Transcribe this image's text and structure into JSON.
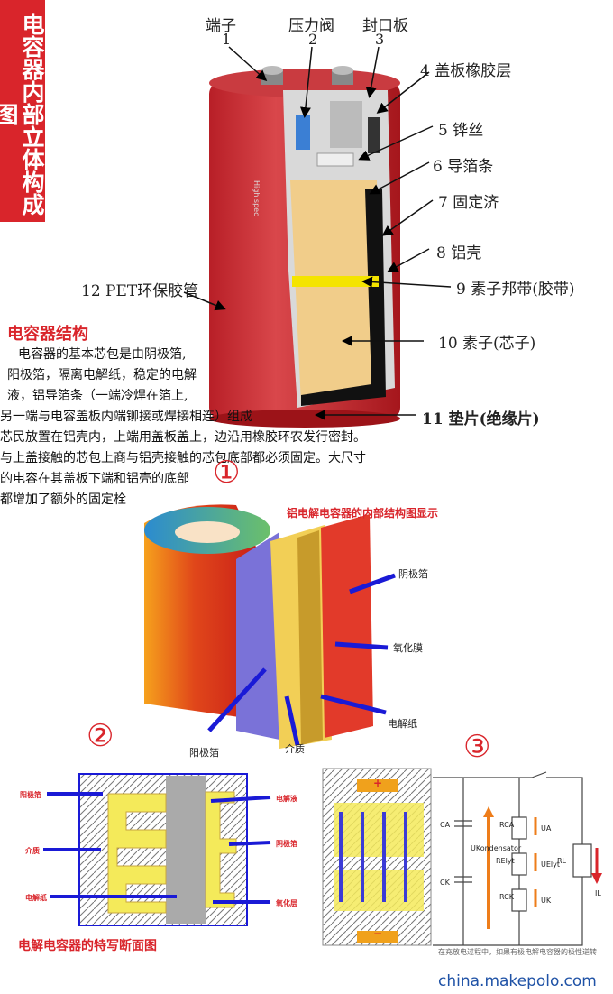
{
  "vertical_title": "电容器内部立体构成图",
  "top_labels": [
    {
      "num": "1",
      "text": "端子"
    },
    {
      "num": "2",
      "text": "压力阀"
    },
    {
      "num": "3",
      "text": "封口板"
    }
  ],
  "side_labels": {
    "l4": "4 盖板橡胶层",
    "l5": "5 铧丝",
    "l6": "6 导箔条",
    "l7": "7 固定济",
    "l8": "8 铝壳",
    "l9": "9 素子邦带(胶带)",
    "l10": "10 素子(芯子)",
    "l11": "11 垫片(绝缘片)",
    "l12": "12 PET环保胶管"
  },
  "structure": {
    "heading": "电容器结构",
    "lines": [
      "电容器的基本芯包是由阴极箔,",
      "阳极箔，隔离电解纸，稳定的电解",
      "液，铝导箔条（一端冷焊在箔上,",
      "另一端与电容盖板内端铆接或焊接相连）组成",
      "芯民放置在铝壳内，上端用盖板盖上，边沿用橡胶环农发行密封。",
      "与上盖接触的芯包上商与铝壳接触的芯包底部都必须固定。大尺寸",
      "的电容在其盖板下端和铝壳的底部",
      "都增加了额外的固定栓"
    ]
  },
  "markers": {
    "one": "①",
    "two": "②",
    "three": "③"
  },
  "roll": {
    "title": "铝电解电容器的内部结构图显示",
    "cathode_foil": "阴极箔",
    "oxide_film": "氧化膜",
    "electrolytic_paper": "电解纸",
    "medium": "介质",
    "anode_foil": "阳极箔"
  },
  "cross_section": {
    "caption": "电解电容器的特写断面图",
    "left_labels": [
      "阳极箔",
      "介质",
      "电解纸"
    ],
    "right_labels": [
      "电解液",
      "阴极箔",
      "氧化层"
    ]
  },
  "circuit": {
    "ca": "CA",
    "ck": "CK",
    "rca": "RCA",
    "relyt": "RElyt",
    "rck": "RCK",
    "ua": "UA",
    "uelyt": "UElyt",
    "uk": "UK",
    "rl": "RL",
    "il": "IL",
    "ukond": "UKondensator",
    "plus": "+",
    "minus": "−",
    "note": "在充放电过程中，如果有极电解电容器的极性逆转"
  },
  "watermark": "china.makepolo.com",
  "colors": {
    "accent_red": "#d9252b",
    "capacitor_red": "#c0272d",
    "blue_arrow": "#1a1ad6",
    "yellow": "#f2e600"
  }
}
